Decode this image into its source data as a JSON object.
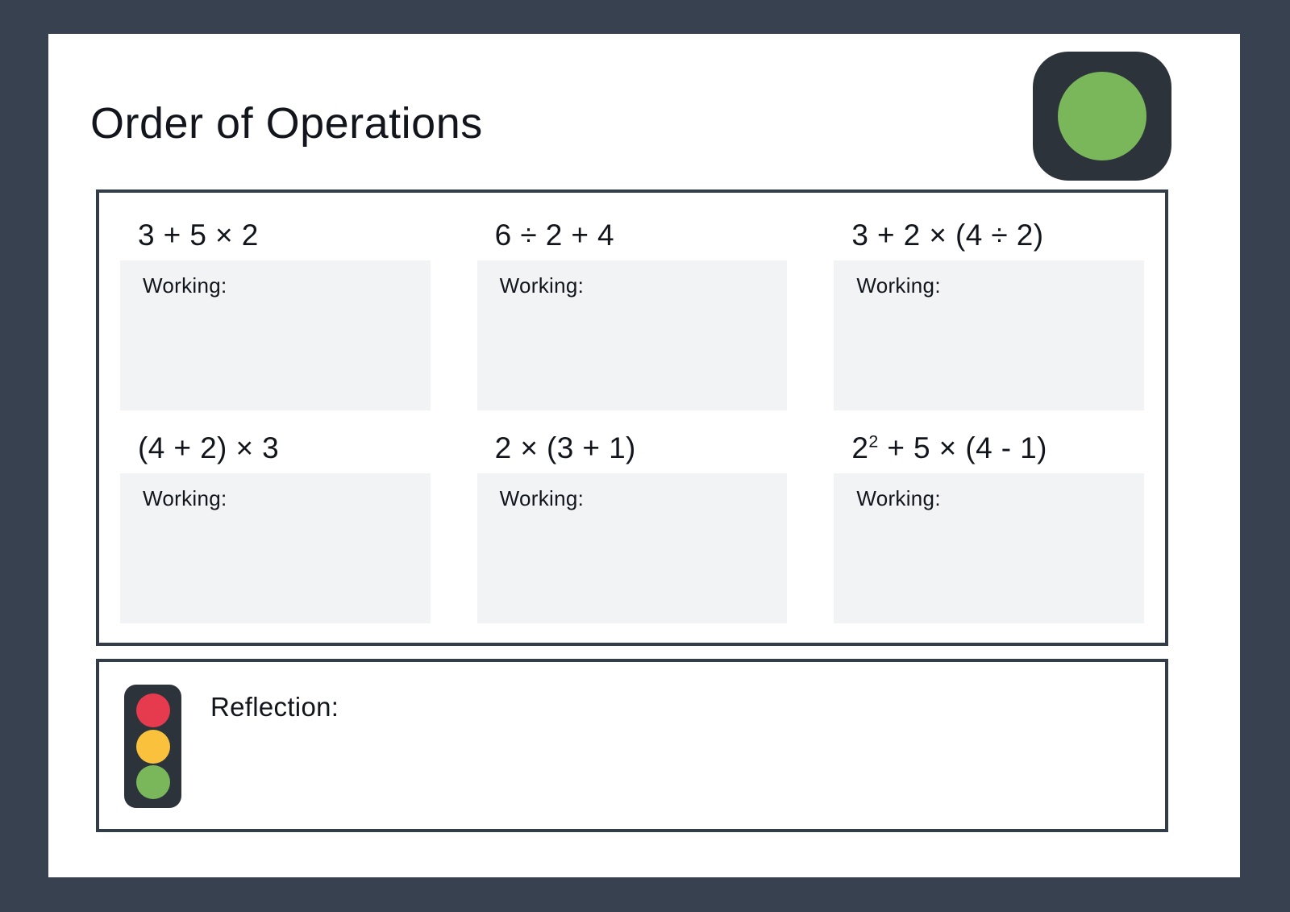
{
  "background_color": "#374150",
  "page": {
    "background_color": "#ffffff",
    "title": "Order of Operations"
  },
  "header": {
    "status_badge": {
      "icon": "green-light-badge-icon",
      "light_color": "#7ab65a",
      "body_color": "#2c333b"
    }
  },
  "problems": {
    "box_border_color": "#333c49",
    "working_panel_color": "#f2f3f5",
    "items": [
      {
        "expression": "3 + 5 × 2",
        "base": "3 + 5 × 2",
        "exponent": "",
        "working_label": "Working:"
      },
      {
        "expression": "6 ÷ 2 + 4",
        "base": "6 ÷ 2 + 4",
        "exponent": "",
        "working_label": "Working:"
      },
      {
        "expression": "3 + 2 × (4 ÷ 2)",
        "base": "3 + 2 × (4 ÷ 2)",
        "exponent": "",
        "working_label": "Working:"
      },
      {
        "expression": "(4 + 2) × 3",
        "base": "(4 + 2) × 3",
        "exponent": "",
        "working_label": "Working:"
      },
      {
        "expression": "2 × (3 + 1)",
        "base": "2 × (3 + 1)",
        "exponent": "",
        "working_label": "Working:"
      },
      {
        "expression": "2² + 5 × (4 - 1)",
        "base": "2",
        "exponent": "2",
        "suffix": " + 5 × (4 - 1)",
        "working_label": "Working:"
      }
    ]
  },
  "reflection": {
    "label": "Reflection:",
    "traffic_light": {
      "icon": "traffic-light-icon",
      "body_color": "#2c333b",
      "red": "#e63b4e",
      "amber": "#fac23c",
      "green": "#7ab65a"
    }
  }
}
